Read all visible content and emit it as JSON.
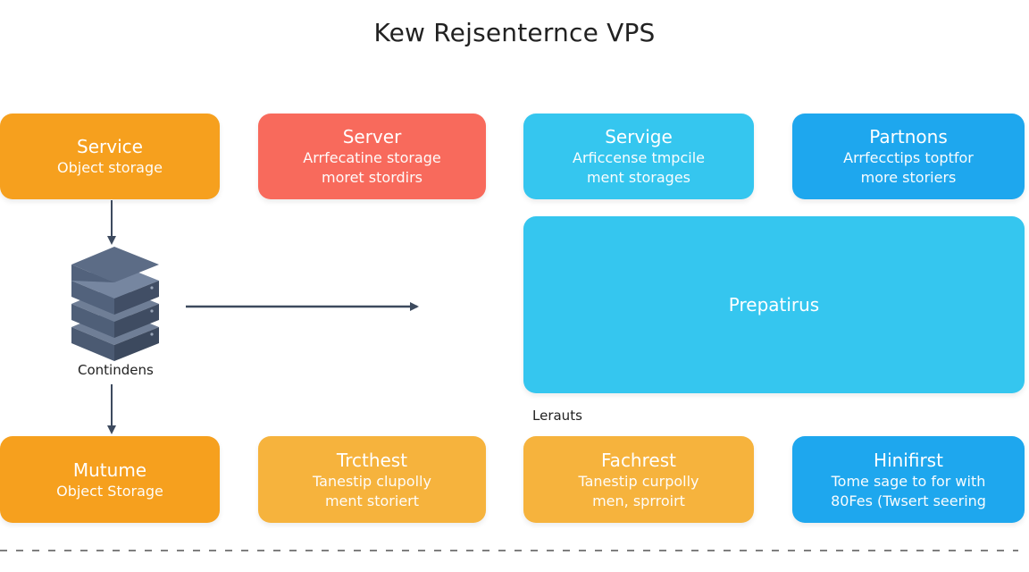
{
  "title": "Kew Rejsenternce VPS",
  "colors": {
    "orange": "#f6a01e",
    "red": "#f86a5c",
    "light_blue": "#35c6ef",
    "blue": "#1ea7ee",
    "light_orange": "#f6b33d",
    "server_dark": "#4f5f78",
    "arrow": "#3d4a5e"
  },
  "top_row": [
    {
      "title": "Service",
      "sub1": "Object storage",
      "sub2": ""
    },
    {
      "title": "Server",
      "sub1": "Arrfecatine storage",
      "sub2": "moret stordirs"
    },
    {
      "title": "Servige",
      "sub1": "Arficcense tmpcile",
      "sub2": "ment storages"
    },
    {
      "title": "Partnons",
      "sub1": "Arrfecctips toptfor",
      "sub2": "more storiers"
    }
  ],
  "big_box": {
    "title": "Prepatirus"
  },
  "server_icon": {
    "icon": "server-stack-icon",
    "label": "Contindens"
  },
  "big_box_caption": "Lerauts",
  "bottom_row": [
    {
      "title": "Mutume",
      "sub1": "Object Storage",
      "sub2": ""
    },
    {
      "title": "Trcthest",
      "sub1": "Tanestip clupolly",
      "sub2": "ment storiert"
    },
    {
      "title": "Fachrest",
      "sub1": "Tanestip curpolly",
      "sub2": "men, sprroirt"
    },
    {
      "title": "Hinifirst",
      "sub1": "Tome sage to for with",
      "sub2": "80Fes   (Twsert seering"
    }
  ]
}
